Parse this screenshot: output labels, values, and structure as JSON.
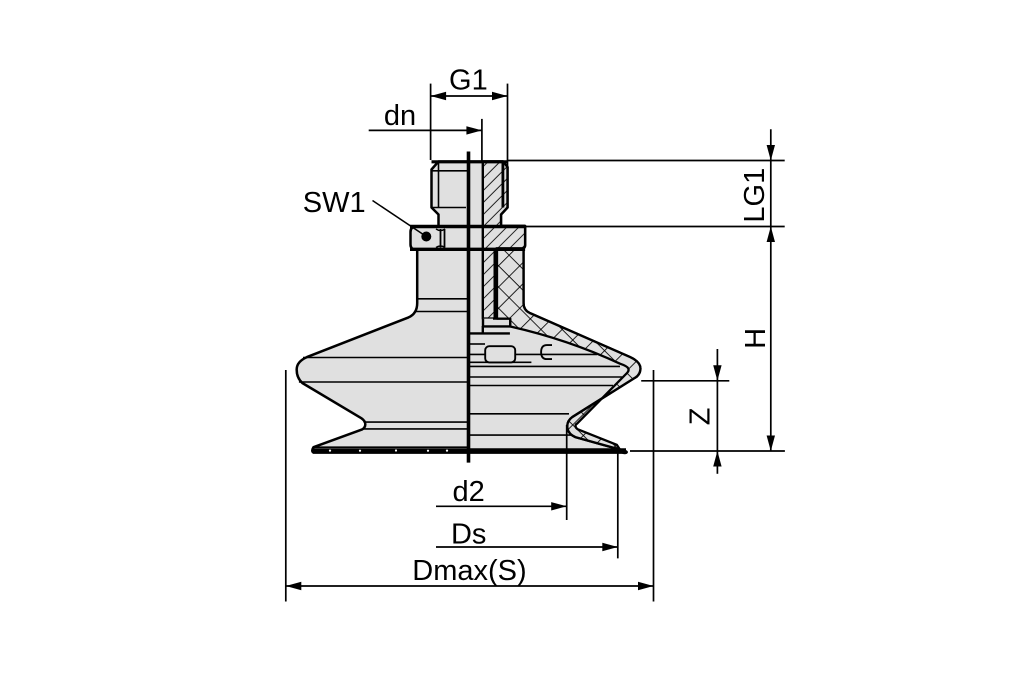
{
  "drawing": {
    "description": "technical-drawing-suction-cup-half-section",
    "colors": {
      "background": "#ffffff",
      "line": "#000000",
      "part_fill": "#e0e0e0"
    },
    "labels": {
      "g1": "G1",
      "dn": "dn",
      "sw1": "SW1",
      "lg1": "LG1",
      "h": "H",
      "z": "Z",
      "d2": "d2",
      "ds": "Ds",
      "dmax": "Dmax(S)"
    }
  }
}
